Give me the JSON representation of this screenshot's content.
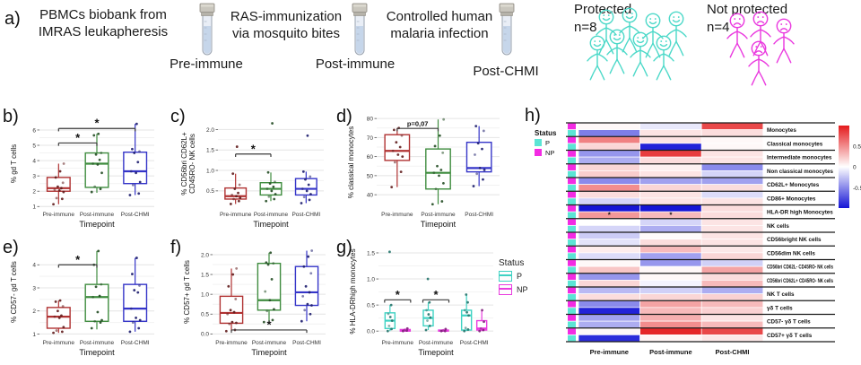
{
  "panel_a": {
    "label": "a)",
    "texts": [
      {
        "lines": [
          "PBMCs biobank from",
          "IMRAS leukapheresis"
        ]
      },
      {
        "lines": [
          "RAS-immunization",
          "via mosquito bites"
        ]
      },
      {
        "lines": [
          "Controlled human",
          "malaria infection"
        ]
      }
    ],
    "timepoints": [
      "Pre-immune",
      "Post-immune",
      "Post-CHMI"
    ],
    "groups": [
      {
        "name": "Protected",
        "n": "n=8",
        "color": "#4ED9C9",
        "count": 8,
        "face": "smile"
      },
      {
        "name": "Not protected",
        "n": "n=4",
        "color": "#EA3BDF",
        "count": 4,
        "face": "frown"
      }
    ]
  },
  "colors": {
    "pre": "#B03232",
    "post": "#3F8C3F",
    "chmi": "#3535C8",
    "p_status": "#3FD2C3",
    "np_status": "#E93CDF",
    "heat_red": "#E41A1C",
    "heat_blue": "#1515D6"
  },
  "chart_data": [
    {
      "id": "b",
      "type": "box",
      "label_letter": "b)",
      "ylabel": [
        "% gd T cells"
      ],
      "xlabel": "Timepoint",
      "categories": [
        "Pre-immune",
        "Post-immune",
        "Post-CHMI"
      ],
      "ylim": [
        0.9,
        6.7
      ],
      "yticks": [
        1,
        2,
        3,
        4,
        5,
        6
      ],
      "ytick_labels": [
        "1",
        "2",
        "3",
        "4",
        "5",
        "6"
      ],
      "groups": [
        {
          "color": "#B03232",
          "box": [
            1.15,
            2.0,
            2.2,
            2.9,
            3.8
          ],
          "points": [
            1.15,
            1.5,
            1.55,
            1.95,
            2.05,
            2.1,
            2.2,
            2.3,
            2.55,
            2.9,
            3.3,
            3.8
          ]
        },
        {
          "color": "#3F8C3F",
          "box": [
            1.9,
            2.25,
            3.8,
            4.5,
            5.75
          ],
          "points": [
            1.95,
            2.15,
            2.3,
            3.2,
            3.75,
            3.8,
            4.05,
            4.4,
            4.5,
            5.65,
            5.75
          ]
        },
        {
          "color": "#3535C8",
          "box": [
            1.75,
            2.5,
            3.3,
            4.55,
            6.4
          ],
          "points": [
            1.75,
            1.85,
            2.4,
            2.6,
            3.2,
            3.3,
            3.9,
            4.5,
            4.6,
            4.75,
            6.4
          ]
        }
      ],
      "sig": [
        {
          "from": 0,
          "to": 1,
          "y": 5.15,
          "text": "*"
        },
        {
          "from": 0,
          "to": 2,
          "y": 6.1,
          "text": "*"
        }
      ]
    },
    {
      "id": "c",
      "type": "box",
      "label_letter": "c)",
      "ylabel": [
        "% CD56bri CD62L+",
        "CD45RO- NK cells"
      ],
      "xlabel": "Timepoint",
      "categories": [
        "Pre-immune",
        "Post-immune",
        "Post-CHMI"
      ],
      "ylim": [
        0.08,
        2.25
      ],
      "yticks": [
        0.5,
        1.0,
        1.5,
        2.0
      ],
      "ytick_labels": [
        "0.5",
        "1.0",
        "1.5",
        "2.0"
      ],
      "groups": [
        {
          "color": "#B03232",
          "box": [
            0.18,
            0.3,
            0.37,
            0.57,
            0.92
          ],
          "points": [
            0.18,
            0.25,
            0.3,
            0.33,
            0.37,
            0.4,
            0.45,
            0.55,
            0.65,
            0.92,
            1.58
          ]
        },
        {
          "color": "#3F8C3F",
          "box": [
            0.25,
            0.4,
            0.55,
            0.7,
            0.95
          ],
          "points": [
            0.25,
            0.3,
            0.36,
            0.42,
            0.5,
            0.55,
            0.6,
            0.68,
            0.72,
            0.95,
            2.15
          ]
        },
        {
          "color": "#3535C8",
          "box": [
            0.2,
            0.4,
            0.55,
            0.8,
            0.97
          ],
          "points": [
            0.2,
            0.28,
            0.35,
            0.42,
            0.5,
            0.55,
            0.65,
            0.78,
            0.85,
            0.97,
            1.85
          ]
        }
      ],
      "sig": [
        {
          "from": 0,
          "to": 1,
          "y": 1.4,
          "text": "*"
        }
      ]
    },
    {
      "id": "d",
      "type": "box",
      "label_letter": "d)",
      "ylabel": [
        "% classical monocytes"
      ],
      "xlabel": "Timepoint",
      "categories": [
        "Pre-immune",
        "Post-immune",
        "Post-CHMI"
      ],
      "ylim": [
        33,
        81
      ],
      "yticks": [
        40,
        50,
        60,
        70,
        80
      ],
      "ytick_labels": [
        "40",
        "50",
        "60",
        "70",
        "80"
      ],
      "groups": [
        {
          "color": "#B03232",
          "box": [
            44,
            58,
            63,
            71.5,
            75
          ],
          "points": [
            44,
            52,
            57,
            60,
            61,
            63,
            65,
            67.5,
            71,
            74,
            75
          ]
        },
        {
          "color": "#3F8C3F",
          "box": [
            35,
            43,
            51.5,
            64,
            79.5
          ],
          "points": [
            35,
            36.5,
            43,
            46,
            50,
            51.5,
            53,
            55,
            62,
            65.5,
            71,
            79.5
          ]
        },
        {
          "color": "#3535C8",
          "box": [
            44.5,
            52,
            54,
            67.5,
            76
          ],
          "points": [
            44.5,
            48,
            51,
            53,
            54,
            61,
            64,
            67,
            73.5,
            76
          ]
        }
      ],
      "sig": [
        {
          "from": 0,
          "to": 1,
          "y": 74.8,
          "text": "p=0,07"
        }
      ]
    },
    {
      "id": "e",
      "type": "box",
      "label_letter": "e)",
      "ylabel": [
        "% CD57- gd T cells"
      ],
      "xlabel": "Timepoint",
      "categories": [
        "Pre-immune",
        "Post-immune",
        "Post-CHMI"
      ],
      "ylim": [
        0.9,
        4.75
      ],
      "yticks": [
        1,
        2,
        3,
        4
      ],
      "ytick_labels": [
        "1",
        "2",
        "3",
        "4"
      ],
      "groups": [
        {
          "color": "#B03232",
          "box": [
            1.05,
            1.25,
            1.75,
            2.15,
            2.45
          ],
          "points": [
            1.05,
            1.1,
            1.15,
            1.3,
            1.7,
            1.75,
            1.8,
            2.0,
            2.2,
            2.4,
            2.45
          ]
        },
        {
          "color": "#3F8C3F",
          "box": [
            1.2,
            1.55,
            2.6,
            3.15,
            4.6
          ],
          "points": [
            1.25,
            1.5,
            1.55,
            1.6,
            1.95,
            2.6,
            2.65,
            3.05,
            3.15,
            4.0,
            4.6
          ]
        },
        {
          "color": "#3535C8",
          "box": [
            1.1,
            1.55,
            2.1,
            3.15,
            4.3
          ],
          "points": [
            1.1,
            1.25,
            1.5,
            1.6,
            1.7,
            2.1,
            2.8,
            2.9,
            3.1,
            3.6,
            4.3
          ]
        }
      ],
      "sig": [
        {
          "from": 0,
          "to": 1,
          "y": 4.0,
          "text": "*"
        }
      ]
    },
    {
      "id": "f",
      "type": "box",
      "label_letter": "f)",
      "ylabel": [
        "% CD57+ gd T cells"
      ],
      "xlabel": "Timepoint",
      "categories": [
        "Pre-immune",
        "Post-immune",
        "Post-CHMI"
      ],
      "ylim": [
        -0.06,
        2.18
      ],
      "yticks": [
        0.0,
        0.5,
        1.0,
        1.5,
        2.0
      ],
      "ytick_labels": [
        "0.0",
        "0.5",
        "1.0",
        "1.5",
        "2.0"
      ],
      "groups": [
        {
          "color": "#B03232",
          "box": [
            0.07,
            0.27,
            0.53,
            0.95,
            1.65
          ],
          "points": [
            0.07,
            0.1,
            0.25,
            0.28,
            0.3,
            0.5,
            0.55,
            0.6,
            0.88,
            1.2,
            1.5,
            1.65
          ]
        },
        {
          "color": "#3F8C3F",
          "box": [
            0.3,
            0.6,
            0.85,
            1.78,
            2.05
          ],
          "points": [
            0.3,
            0.35,
            0.58,
            0.62,
            0.85,
            1.07,
            1.38,
            1.75,
            1.78,
            1.8,
            2.05
          ]
        },
        {
          "color": "#3535C8",
          "box": [
            0.32,
            0.72,
            1.05,
            1.7,
            2.1
          ],
          "points": [
            0.32,
            0.5,
            0.6,
            0.72,
            0.75,
            0.95,
            1.05,
            1.2,
            1.53,
            1.7,
            1.95,
            2.1
          ]
        }
      ],
      "sig": [
        {
          "from": 0,
          "to": 2,
          "y": 0.1,
          "text": "*"
        }
      ]
    },
    {
      "id": "g",
      "type": "box",
      "paired": true,
      "label_letter": "g)",
      "ylabel": [
        "% HLA-DRhigh monocytes"
      ],
      "xlabel": "Timepoint",
      "categories": [
        "Pre-immune",
        "Post-immune",
        "Post-CHMI"
      ],
      "ylim": [
        -0.1,
        1.62
      ],
      "yticks": [
        0.0,
        0.5,
        1.0,
        1.5
      ],
      "ytick_labels": [
        "0.0",
        "0.5",
        "1.0",
        "1.5"
      ],
      "legend": {
        "title": "Status",
        "items": [
          {
            "label": "P",
            "color": "#3FD2C3"
          },
          {
            "label": "NP",
            "color": "#E93CDF"
          }
        ]
      },
      "groups": [
        {
          "cat": 0,
          "status": "P",
          "color": "#3FD2C3",
          "box": [
            0.0,
            0.05,
            0.2,
            0.35,
            0.5
          ],
          "points": [
            0.0,
            0.04,
            0.1,
            0.2,
            0.27,
            0.33,
            0.5,
            1.52
          ]
        },
        {
          "cat": 0,
          "status": "NP",
          "color": "#E93CDF",
          "box": [
            0.0,
            0.0,
            0.01,
            0.03,
            0.05
          ],
          "points": [
            0.0,
            0.01,
            0.02,
            0.05
          ]
        },
        {
          "cat": 1,
          "status": "P",
          "color": "#3FD2C3",
          "box": [
            0.02,
            0.1,
            0.25,
            0.4,
            0.55
          ],
          "points": [
            0.02,
            0.1,
            0.2,
            0.26,
            0.32,
            0.4,
            0.55,
            1.0
          ]
        },
        {
          "cat": 1,
          "status": "NP",
          "color": "#E93CDF",
          "box": [
            0.0,
            0.0,
            0.01,
            0.02,
            0.04
          ],
          "points": [
            0.0,
            0.0,
            0.01,
            0.04
          ]
        },
        {
          "cat": 2,
          "status": "P",
          "color": "#3FD2C3",
          "box": [
            0.0,
            0.02,
            0.3,
            0.4,
            0.7
          ],
          "points": [
            0.0,
            0.03,
            0.06,
            0.3,
            0.36,
            0.4,
            0.55,
            0.7
          ]
        },
        {
          "cat": 2,
          "status": "NP",
          "color": "#E93CDF",
          "box": [
            0.0,
            0.02,
            0.05,
            0.2,
            0.4
          ],
          "points": [
            0.0,
            0.02,
            0.05,
            0.18,
            0.4
          ]
        }
      ],
      "sig": [
        {
          "cat": 0,
          "y": 0.6,
          "text": "*"
        },
        {
          "cat": 1,
          "y": 0.6,
          "text": "*"
        }
      ]
    },
    {
      "id": "h",
      "type": "heatmap",
      "label_letter": "h)",
      "columns": [
        "Pre-immune",
        "Post-immune",
        "Post-CHMI"
      ],
      "status_legend": {
        "title": "Status",
        "items": [
          {
            "label": "P",
            "color": "#5CE5D5"
          },
          {
            "label": "NP",
            "color": "#F32BE3"
          }
        ]
      },
      "colorbar": {
        "ticks": [
          "0.5",
          "0",
          "-0.5"
        ]
      },
      "rows": [
        {
          "label": "Monocytes",
          "np": [
            0.03,
            -0.1,
            0.8
          ],
          "p": [
            -0.55,
            0.12,
            0.15
          ]
        },
        {
          "label": "Classical monocytes",
          "np": [
            0.55,
            0.12,
            0.03
          ],
          "p": [
            0.18,
            -0.95,
            0.03
          ]
        },
        {
          "label": "Intermediate monocytes",
          "np": [
            -0.45,
            0.85,
            0.12
          ],
          "p": [
            -0.35,
            0.15,
            0.12
          ]
        },
        {
          "label": "Non classical monocytes",
          "np": [
            0.18,
            0.06,
            -0.5
          ],
          "p": [
            0.22,
            0.12,
            -0.18
          ]
        },
        {
          "label": "CD62L+ Monocytes",
          "np": [
            -0.5,
            -0.4,
            -0.4
          ],
          "p": [
            0.5,
            0.18,
            0.15
          ]
        },
        {
          "label": "CD86+ Monocytes",
          "np": [
            0.15,
            0.12,
            -0.15
          ],
          "p": [
            -0.18,
            0.12,
            0.12
          ]
        },
        {
          "label": "HLA-DR high Monocytes",
          "np": [
            -1.0,
            -1.0,
            0.15
          ],
          "p": [
            0.45,
            0.3,
            0.15
          ],
          "marks_p": [
            0,
            1
          ]
        },
        {
          "label": "NK cells",
          "np": [
            0.0,
            -0.18,
            0.12
          ],
          "p": [
            -0.18,
            -0.35,
            0.12
          ]
        },
        {
          "label": "CD56bright NK cells",
          "np": [
            -0.22,
            0.02,
            0.12
          ],
          "p": [
            -0.12,
            0.15,
            0.12
          ]
        },
        {
          "label": "CD56dim NK cells",
          "np": [
            0.08,
            0.3,
            0.1
          ],
          "p": [
            -0.15,
            -0.4,
            0.18
          ]
        },
        {
          "label": "CD56bri CD62L- CD45RO- NK cells",
          "np": [
            0.03,
            -0.45,
            -0.2
          ],
          "p": [
            0.25,
            0.03,
            0.4
          ]
        },
        {
          "label": "CD56bri CD62L+ CD45RO- NK cells",
          "np": [
            -0.45,
            0.03,
            0.15
          ],
          "p": [
            0.18,
            -0.05,
            0.3
          ]
        },
        {
          "label": "NK T cells",
          "np": [
            -0.3,
            -0.2,
            -0.35
          ],
          "p": [
            0.15,
            0.18,
            0.2
          ]
        },
        {
          "label": "γδ T cells",
          "np": [
            -0.5,
            0.4,
            0.3
          ],
          "p": [
            -0.95,
            0.3,
            0.2
          ]
        },
        {
          "label": "CD57- γδ T cells",
          "np": [
            -0.4,
            0.35,
            0.12
          ],
          "p": [
            -0.35,
            0.5,
            0.3
          ]
        },
        {
          "label": "CD57+ γδ T cells",
          "np": [
            0.03,
            0.95,
            0.8
          ],
          "p": [
            -0.9,
            0.05,
            0.1
          ]
        }
      ]
    }
  ]
}
